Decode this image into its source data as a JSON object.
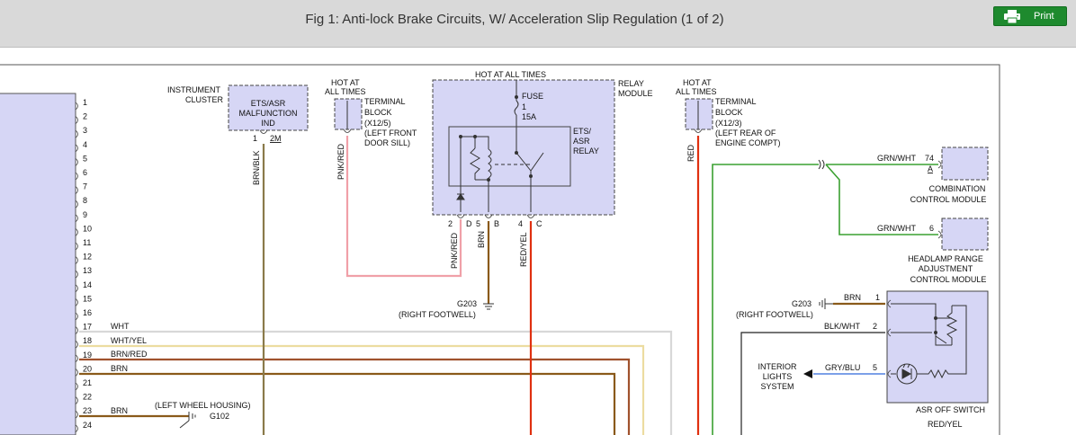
{
  "header": {
    "title": "Fig 1: Anti-lock Brake Circuits, W/ Acceleration Slip Regulation (1 of 2)",
    "print_label": "Print",
    "print_icon": "printer-icon"
  },
  "colors": {
    "topbar": "#d9d9d9",
    "print_button": "#1e8a2e",
    "component_fill": "#d6d6f5",
    "wire_pnk_red": "#f0a0a8",
    "wire_red": "#e03010",
    "wire_brn": "#8a5a1a",
    "wire_grn": "#3aa030",
    "wire_blue": "#5080e0"
  },
  "pins": [
    "1",
    "2",
    "3",
    "4",
    "5",
    "6",
    "7",
    "8",
    "9",
    "10",
    "11",
    "12",
    "13",
    "14",
    "15",
    "16",
    "17",
    "18",
    "19",
    "20",
    "21",
    "22",
    "23",
    "24"
  ],
  "pin_wires": {
    "p17": "WHT",
    "p18": "WHT/YEL",
    "p19": "BRN/RED",
    "p20": "BRN",
    "p23": "BRN"
  },
  "ground_left": {
    "location": "(LEFT WHEEL HOUSING)",
    "label": "G102"
  },
  "instrument": {
    "title_line1": "INSTRUMENT",
    "title_line2": "CLUSTER",
    "box_line1": "ETS/ASR",
    "box_line2": "MALFUNCTION",
    "box_line3": "IND",
    "pin": "1",
    "pin_letter": "2M",
    "wire": "BRN/BLK"
  },
  "term_left": {
    "hot1": "HOT AT",
    "hot2": "ALL TIMES",
    "line1": "TERMINAL",
    "line2": "BLOCK",
    "line3": "(X12/5)",
    "line4": "(LEFT FRONT",
    "line5": "DOOR SILL)",
    "wire": "PNK/RED"
  },
  "relay": {
    "hot": "HOT AT ALL TIMES",
    "module1": "RELAY",
    "module2": "MODULE",
    "fuse1": "FUSE",
    "fuse2": "1",
    "fuse3": "15A",
    "relay1": "ETS/",
    "relay2": "ASR",
    "relay3": "RELAY",
    "pin2": "2",
    "pinD": "D",
    "pin5": "5",
    "pinB": "B",
    "pin4": "4",
    "pinC": "C",
    "wire_pnk": "PNK/RED",
    "wire_brn": "BRN",
    "wire_red": "RED/YEL"
  },
  "ground_mid": {
    "label": "G203",
    "location": "(RIGHT FOOTWELL)"
  },
  "term_right": {
    "hot1": "HOT AT",
    "hot2": "ALL TIMES",
    "line1": "TERMINAL",
    "line2": "BLOCK",
    "line3": "(X12/3)",
    "line4": "(LEFT REAR OF",
    "line5": "ENGINE COMPT)",
    "wire": "RED"
  },
  "combo": {
    "wire": "GRN/WHT",
    "pin": "74",
    "pin_letter": "A",
    "line1": "COMBINATION",
    "line2": "CONTROL MODULE"
  },
  "headlamp": {
    "wire": "GRN/WHT",
    "pin": "6",
    "line1": "HEADLAMP RANGE",
    "line2": "ADJUSTMENT",
    "line3": "CONTROL MODULE"
  },
  "asr": {
    "ground": "G203",
    "ground_loc": "(RIGHT FOOTWELL)",
    "wire1": "BRN",
    "pin1": "1",
    "wire2": "BLK/WHT",
    "pin2": "2",
    "wire5": "GRY/BLU",
    "pin5": "5",
    "interior1": "INTERIOR",
    "interior2": "LIGHTS",
    "interior3": "SYSTEM",
    "switch_label": "ASR OFF SWITCH",
    "bottom_wire": "RED/YEL"
  }
}
